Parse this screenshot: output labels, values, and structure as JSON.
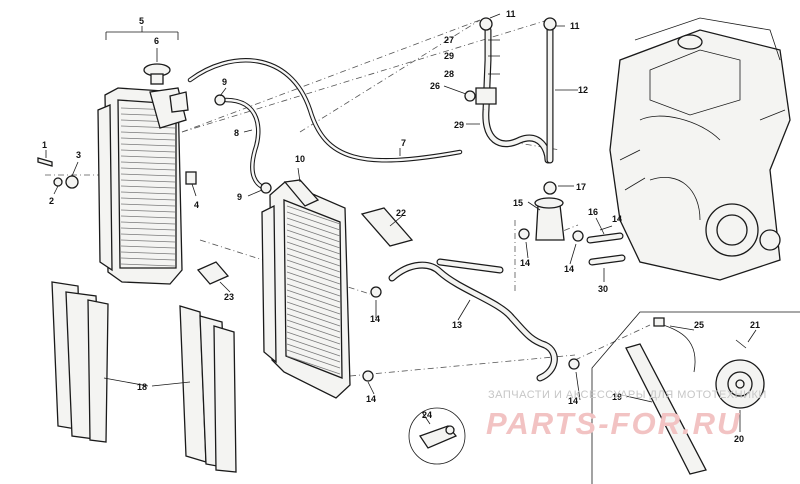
{
  "diagram": {
    "callouts": [
      {
        "id": "c1",
        "label": "1"
      },
      {
        "id": "c2",
        "label": "2"
      },
      {
        "id": "c3",
        "label": "3"
      },
      {
        "id": "c4",
        "label": "4"
      },
      {
        "id": "c5",
        "label": "5"
      },
      {
        "id": "c6",
        "label": "6"
      },
      {
        "id": "c7",
        "label": "7"
      },
      {
        "id": "c8",
        "label": "8"
      },
      {
        "id": "c9a",
        "label": "9"
      },
      {
        "id": "c9b",
        "label": "9"
      },
      {
        "id": "c10",
        "label": "10"
      },
      {
        "id": "c11a",
        "label": "11"
      },
      {
        "id": "c11b",
        "label": "11"
      },
      {
        "id": "c12",
        "label": "12"
      },
      {
        "id": "c13",
        "label": "13"
      },
      {
        "id": "c14a",
        "label": "14"
      },
      {
        "id": "c14b",
        "label": "14"
      },
      {
        "id": "c14c",
        "label": "14"
      },
      {
        "id": "c14d",
        "label": "14"
      },
      {
        "id": "c14e",
        "label": "14"
      },
      {
        "id": "c14f",
        "label": "14"
      },
      {
        "id": "c14g",
        "label": "14"
      },
      {
        "id": "c15",
        "label": "15"
      },
      {
        "id": "c16",
        "label": "16"
      },
      {
        "id": "c17",
        "label": "17"
      },
      {
        "id": "c18",
        "label": "18"
      },
      {
        "id": "c19",
        "label": "19"
      },
      {
        "id": "c20",
        "label": "20"
      },
      {
        "id": "c21",
        "label": "21"
      },
      {
        "id": "c22",
        "label": "22"
      },
      {
        "id": "c23",
        "label": "23"
      },
      {
        "id": "c24",
        "label": "24"
      },
      {
        "id": "c25",
        "label": "25"
      },
      {
        "id": "c26",
        "label": "26"
      },
      {
        "id": "c27",
        "label": "27"
      },
      {
        "id": "c28",
        "label": "28"
      },
      {
        "id": "c29a",
        "label": "29"
      },
      {
        "id": "c29b",
        "label": "29"
      },
      {
        "id": "c30",
        "label": "30"
      }
    ]
  },
  "watermark": {
    "line1": "ЗАПЧАСТИ И АКСЕССУАРЫ ДЛЯ МОТОТЕХНИКИ",
    "line2": "PARTS-FOR.RU"
  },
  "colors": {
    "line": "#1a1a1a",
    "watermark_text": "#c6c6c6",
    "watermark_logo": "#f2c3c3"
  }
}
